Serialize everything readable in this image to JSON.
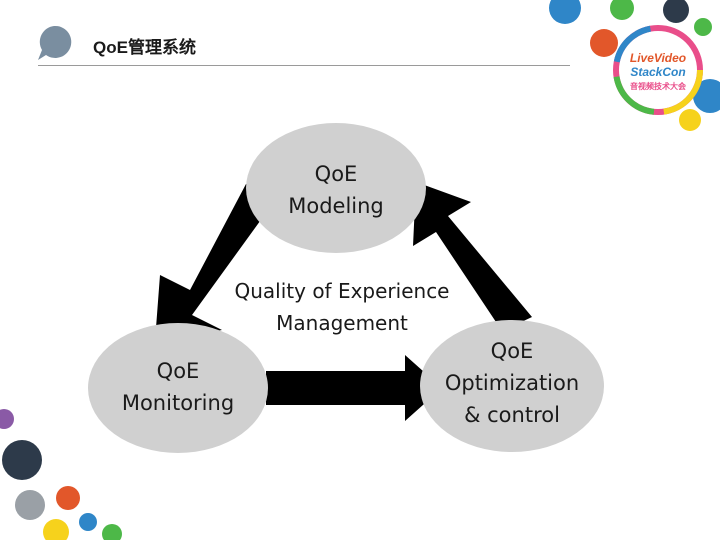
{
  "slide": {
    "title": "QoE管理系统"
  },
  "logo": {
    "line1": "LiveVideo",
    "line2": "StackCon",
    "line3": "音视频技术大会"
  },
  "diagram": {
    "center_line1": "Quality of Experience",
    "center_line2": "Management",
    "nodes": {
      "modeling": {
        "line1": "QoE",
        "line2": "Modeling"
      },
      "monitoring": {
        "line1": "QoE",
        "line2": "Monitoring"
      },
      "optimization": {
        "line1": "QoE",
        "line2": "Optimization",
        "line3": "& control"
      }
    }
  },
  "colors": {
    "node_fill": "#d0d0d0",
    "arrow_fill": "#000000",
    "title_bubble": "#7a8ea0",
    "rule": "#9a9a9a",
    "bubble_blue": "#2f86c8",
    "bubble_green": "#4db848",
    "bubble_orange": "#e2572a",
    "bubble_dark": "#2d3a4a",
    "bubble_yellow": "#f6d21c",
    "bubble_purple": "#8a5aa6",
    "bubble_gray": "#9aa0a6"
  }
}
